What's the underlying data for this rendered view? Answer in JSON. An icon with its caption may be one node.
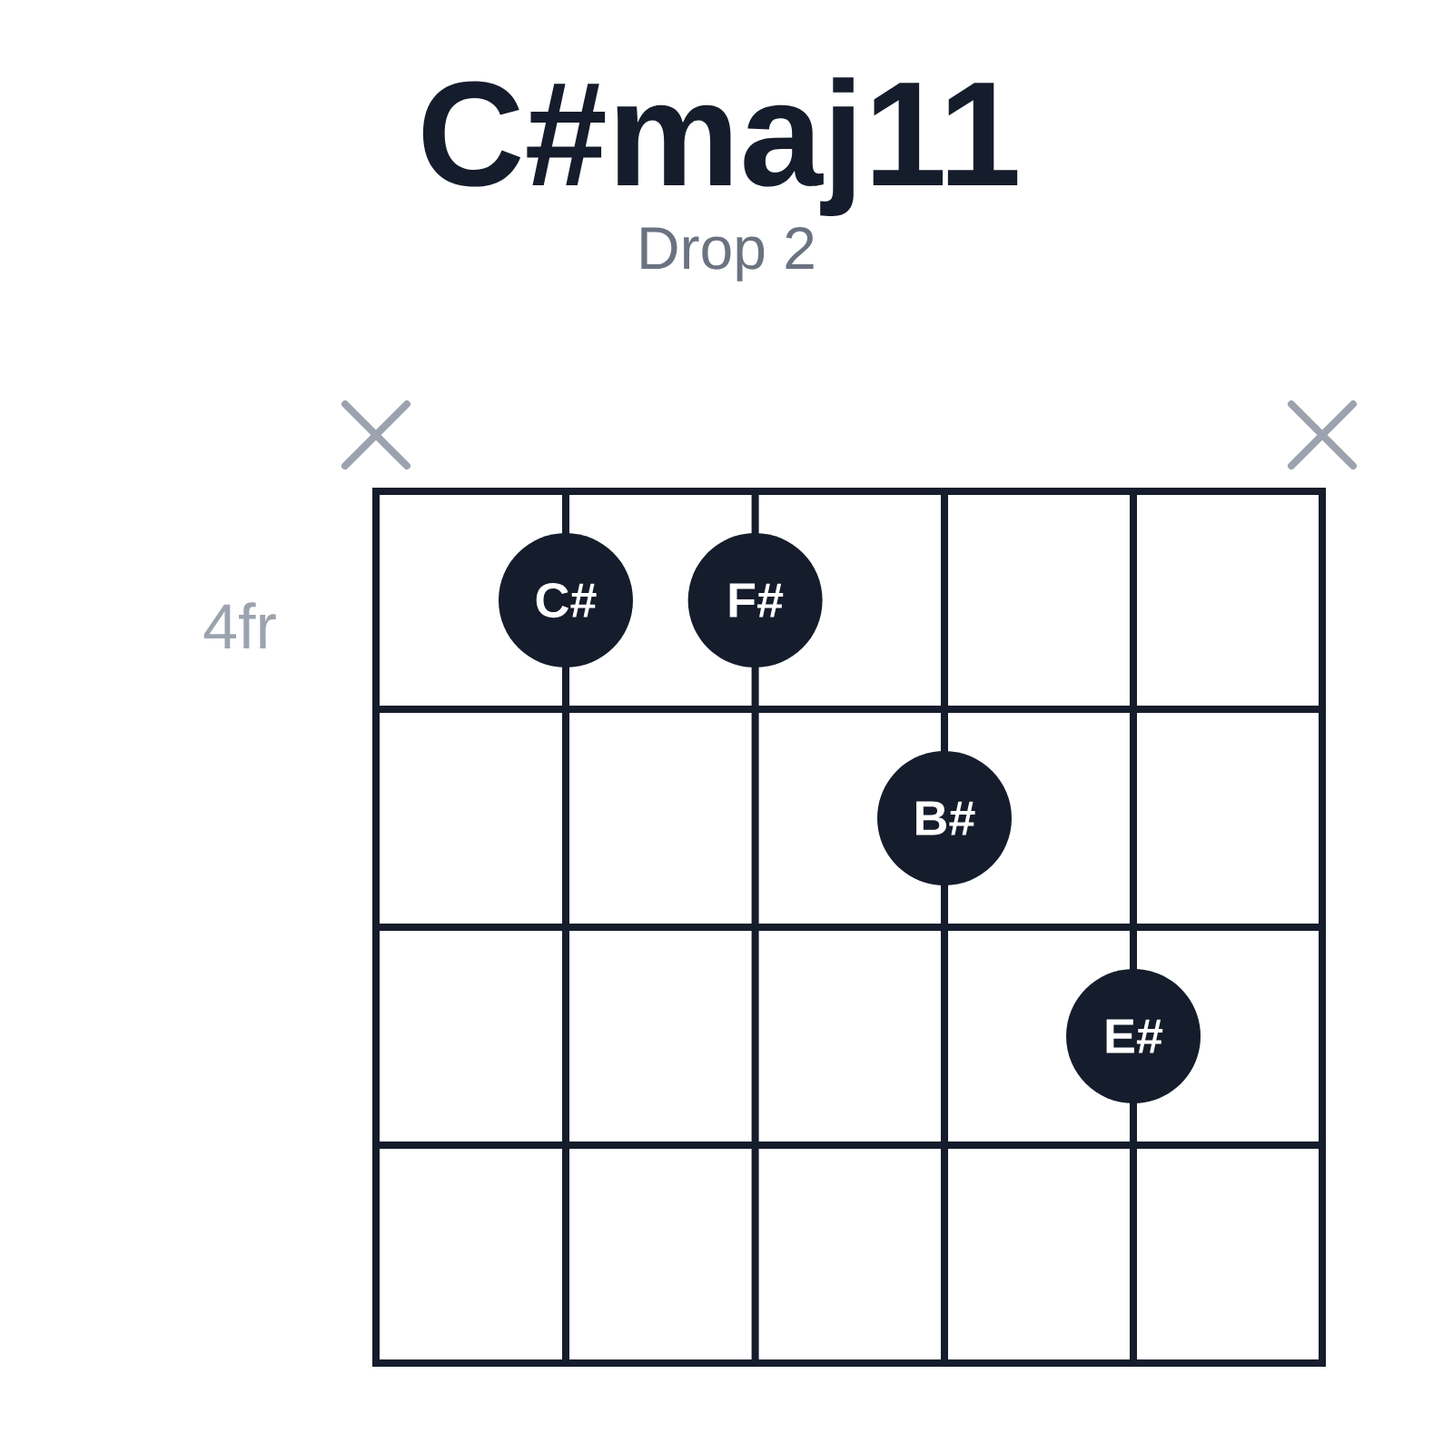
{
  "diagram": {
    "title": "C#maj11",
    "nodes": [
      {
        "text": [
          "C#"
        ]
      },
      {
        "text": [
          "F#"
        ]
      },
      {
        "text": [
          "B#"
        ]
      },
      {
        "text": [
          "E#"
        ]
      }
    ],
    "labels": [
      "Drop 2",
      "4fr"
    ]
  }
}
